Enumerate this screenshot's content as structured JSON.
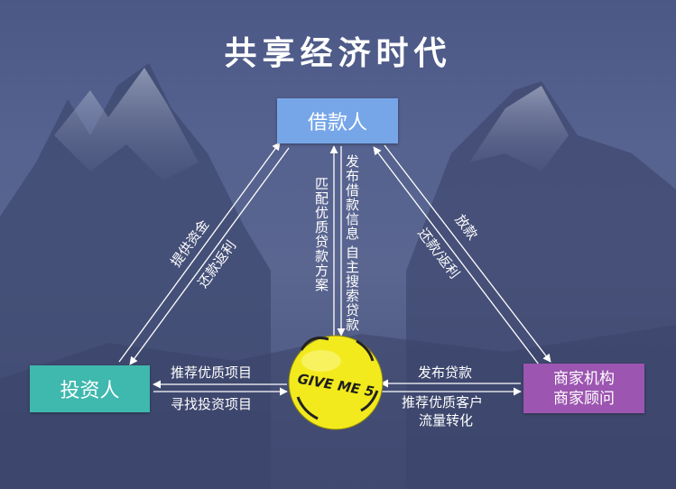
{
  "title": "共享经济时代",
  "nodes": {
    "borrower": "借款人",
    "investor": "投资人",
    "merchant_line1": "商家机构",
    "merchant_line2": "商家顾问"
  },
  "labels": {
    "provide_funds": "提供资金",
    "repay_rebate_left": "还款返利",
    "match_quality_loan": "匹配优质贷款方案",
    "publish_borrow_info": "发布借款信息",
    "self_search_loan": "自主搜索贷款",
    "lend": "放款",
    "repay_rebate_right": "还款/返利",
    "recommend_projects": "推荐优质项目",
    "find_projects": "寻找投资项目",
    "publish_loan": "发布贷款",
    "recommend_clients": "推荐优质客户",
    "traffic_conversion": "流量转化"
  },
  "ball_text": "GIVE ME 5",
  "colors": {
    "background": "#56628f",
    "borrower_box": "#76a6e8",
    "investor_box": "#3fb8ae",
    "merchant_box": "#9c55b0",
    "ball": "#f2ea1c"
  }
}
